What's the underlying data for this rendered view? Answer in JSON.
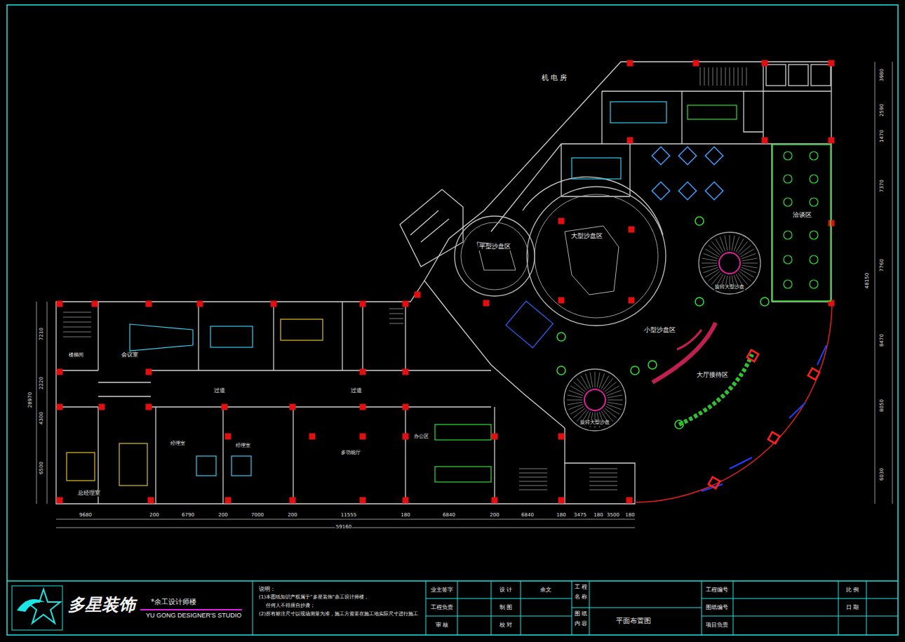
{
  "diagram": {
    "nodes": [
      {
        "text": [
          "平型沙盘区"
        ]
      },
      {
        "text": [
          "大型沙盘区"
        ]
      },
      {
        "text": [
          "洽谈区"
        ]
      },
      {
        "text": [
          "旋转大型沙盘"
        ]
      },
      {
        "text": [
          "旋转大型沙盘"
        ]
      }
    ],
    "labels": [
      "机 电 房",
      "小型沙盘区",
      "大厅接待区",
      "过道",
      "过道",
      "会议室",
      "楼梯间",
      "总经理室",
      "经理室",
      "经理室",
      "多功能厅",
      "办公区",
      "9680",
      "200",
      "6790",
      "200",
      "7000",
      "200",
      "11555",
      "180",
      "6840",
      "200",
      "6840",
      "180",
      "3475",
      "180",
      "3500",
      "180",
      "59160",
      "3980",
      "2590",
      "1470",
      "7370",
      "7760",
      "8470",
      "8050",
      "6030",
      "48150",
      "7210",
      "2220",
      "4300",
      "6500",
      "28970",
      "多星装饰",
      "*余工设计师楼",
      "YU GONG DESIGNER'S STUDIO",
      "说明：",
      "(1)本图纸知识产权属于“多星装饰”余工设计师楼，",
      "任何人不得擅自抄袭；",
      "(2)所有标注尺寸以现场测量为准，施工方需要在施工地实际尺寸进行施工",
      "业主签字",
      "工程负责",
      "审  核",
      "设  计",
      "余文",
      "制  图",
      "校  对",
      "工 程",
      "名 称",
      "图 纸",
      "内 容",
      "平面布置图",
      "工程编号",
      "图纸编号",
      "项目负责",
      "比 例",
      "日 期"
    ]
  }
}
